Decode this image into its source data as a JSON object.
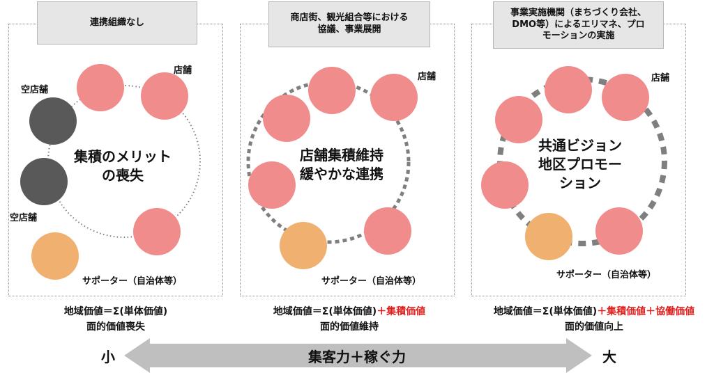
{
  "panels": [
    {
      "header": "連携組織なし",
      "center_text": "集積のメリット\nの喪失",
      "store_label": "店舗",
      "vacant_label_top": "空店舗",
      "vacant_label_bottom": "空店舗",
      "supporter_label": "サポーター（自治体等）",
      "formula_line1": "地域価値＝Σ(単体価値)",
      "formula_line2": "面的価値喪失"
    },
    {
      "header": "商店街、観光組合等における\n協議、事業展開",
      "center_text": "店舗集積維持\n緩やかな連携",
      "store_label": "店舗",
      "supporter_label": "サポーター（自治体等）",
      "formula_base": "地域価値＝Σ(単体価値)",
      "formula_add": "＋集積価値",
      "formula_line2": "面的価値維持"
    },
    {
      "header": "事業実施機関（まちづくり会社、\nDMO等）によるエリマネ、プロ\nモーションの実施",
      "center_text": "共通ビジョン\n地区プロモー\nション",
      "store_label": "店舗",
      "supporter_label": "サポーター（自治体等）",
      "formula_base": "地域価値＝Σ(単体価値)",
      "formula_add": "＋集積価値＋協働価値",
      "formula_line2": "面的価値向上"
    }
  ],
  "scale": {
    "left": "小",
    "right": "大",
    "label": "集客力＋稼ぐ力"
  },
  "colors": {
    "store": "#f08c8c",
    "vacant": "#595959",
    "supporter": "#f0b070",
    "connector": "#7f7f7f",
    "highlight": "#e01f1f",
    "arrow": "#bfbfbf"
  }
}
